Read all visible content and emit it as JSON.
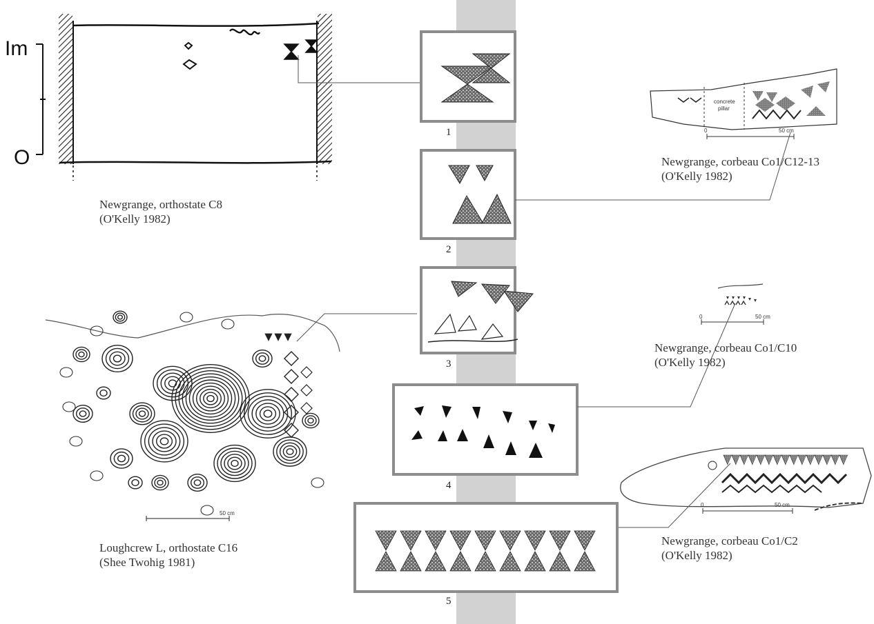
{
  "captions": {
    "orthostate_c8": {
      "line1": "Newgrange, orthostate C8",
      "line2": "(O'Kelly 1982)"
    },
    "corbeau_c12": {
      "line1": "Newgrange, corbeau Co1/C12-13",
      "line2": "(O'Kelly 1982)"
    },
    "corbeau_c10": {
      "line1": "Newgrange, corbeau Co1/C10",
      "line2": "(O'Kelly 1982)"
    },
    "loughcrew": {
      "line1": "Loughcrew L, orthostate C16",
      "line2": "(Shee Twohig 1981)"
    },
    "corbeau_c2": {
      "line1": "Newgrange, corbeau Co1/C2",
      "line2": "(O'Kelly 1982)"
    }
  },
  "panels": [
    {
      "number": "1"
    },
    {
      "number": "2"
    },
    {
      "number": "3"
    },
    {
      "number": "4"
    },
    {
      "number": "5"
    }
  ],
  "c8_scale": {
    "top": "Im",
    "bottom": "O"
  },
  "scale_labels": {
    "c12": {
      "zero": "0",
      "fifty": "50 cm",
      "pillar_1": "concrete",
      "pillar_2": "pillar"
    },
    "c10": {
      "zero": "0",
      "fifty": "50 cm"
    },
    "c2": {
      "zero": "0",
      "fifty": "50 cm"
    },
    "loughcrew": {
      "fifty": "50 cm"
    }
  },
  "colors": {
    "frame": "#8c8c8c",
    "column": "#d2d2d2",
    "ink": "#1a1a1a"
  }
}
